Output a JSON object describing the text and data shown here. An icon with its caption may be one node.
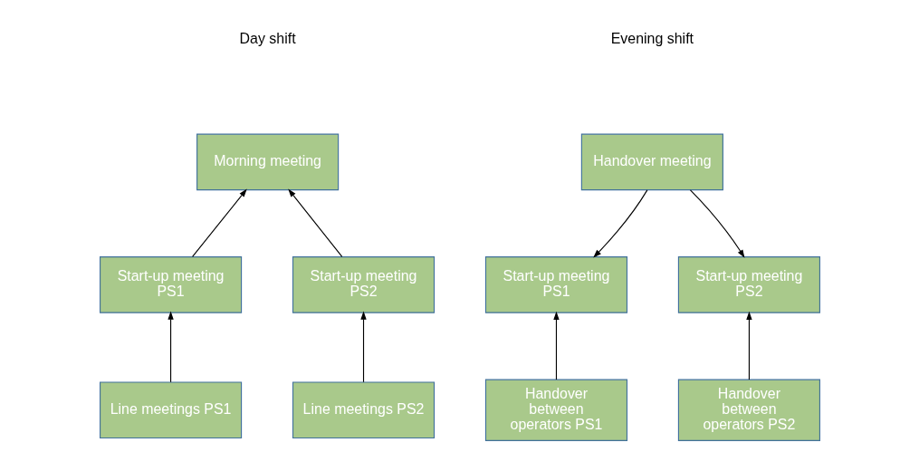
{
  "diagram": {
    "nodes": [
      {
        "text": [
          "Morning meeting"
        ]
      },
      {
        "text": [
          "Start-up meeting PS1"
        ]
      },
      {
        "text": [
          "Start-up meeting PS2"
        ]
      },
      {
        "text": [
          "Line meetings PS1"
        ]
      },
      {
        "text": [
          "Line meetings PS2"
        ]
      },
      {
        "text": [
          "Handover meeting"
        ]
      },
      {
        "text": [
          "Start-up meeting PS1"
        ]
      },
      {
        "text": [
          "Start-up meeting PS2"
        ]
      },
      {
        "text": [
          "Handover between operators PS1"
        ]
      },
      {
        "text": [
          "Handover between operators PS2"
        ]
      }
    ],
    "edges": [
      {
        "from": 1,
        "to": 0,
        "arrow": "to"
      },
      {
        "from": 2,
        "to": 0,
        "arrow": "to"
      },
      {
        "from": 3,
        "to": 1,
        "arrow": "to"
      },
      {
        "from": 4,
        "to": 2,
        "arrow": "to"
      },
      {
        "from": 5,
        "to": 6,
        "arrow": "to"
      },
      {
        "from": 5,
        "to": 7,
        "arrow": "to"
      },
      {
        "from": 8,
        "to": 6,
        "arrow": "to"
      },
      {
        "from": 9,
        "to": 7,
        "arrow": "to"
      }
    ],
    "labels": [
      "Day shift",
      "Evening shift"
    ]
  }
}
